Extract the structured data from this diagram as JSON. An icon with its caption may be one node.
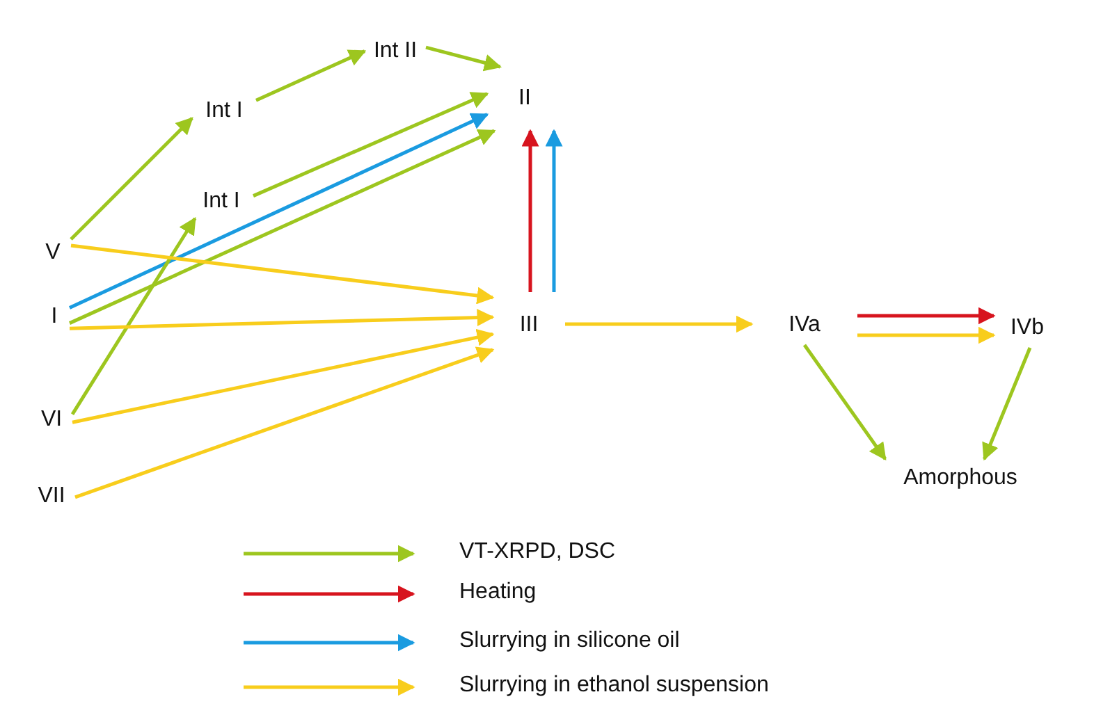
{
  "diagram": {
    "nodes": [
      {
        "text": [
          "Int II"
        ]
      },
      {
        "text": [
          "II"
        ]
      },
      {
        "text": [
          "Int I"
        ]
      },
      {
        "text": [
          "Int I"
        ]
      },
      {
        "text": [
          "V"
        ]
      },
      {
        "text": [
          "I"
        ]
      },
      {
        "text": [
          "III"
        ]
      },
      {
        "text": [
          "IVa"
        ]
      },
      {
        "text": [
          "IVb"
        ]
      },
      {
        "text": [
          "VI"
        ]
      },
      {
        "text": [
          "VII"
        ]
      },
      {
        "text": [
          "Amorphous"
        ]
      }
    ],
    "edges": [
      {
        "from": 4,
        "to": 2,
        "arrow": "to",
        "color": "#9dc61f"
      },
      {
        "from": 2,
        "to": 0,
        "arrow": "to",
        "color": "#9dc61f"
      },
      {
        "from": 0,
        "to": 1,
        "arrow": "to",
        "color": "#9dc61f"
      },
      {
        "from": 3,
        "to": 1,
        "arrow": "to",
        "color": "#9dc61f"
      },
      {
        "from": 5,
        "to": 1,
        "arrow": "to",
        "color": "#1a9be0"
      },
      {
        "from": 5,
        "to": 1,
        "arrow": "to",
        "color": "#9dc61f"
      },
      {
        "from": 9,
        "to": 3,
        "arrow": "to",
        "color": "#9dc61f"
      },
      {
        "from": 4,
        "to": 6,
        "arrow": "to",
        "color": "#f8cd1c"
      },
      {
        "from": 5,
        "to": 6,
        "arrow": "to",
        "color": "#f8cd1c"
      },
      {
        "from": 9,
        "to": 6,
        "arrow": "to",
        "color": "#f8cd1c"
      },
      {
        "from": 10,
        "to": 6,
        "arrow": "to",
        "color": "#f8cd1c"
      },
      {
        "from": 6,
        "to": 1,
        "arrow": "to",
        "color": "#d7141e"
      },
      {
        "from": 6,
        "to": 1,
        "arrow": "to",
        "color": "#1a9be0"
      },
      {
        "from": 6,
        "to": 7,
        "arrow": "to",
        "color": "#f8cd1c"
      },
      {
        "from": 7,
        "to": 8,
        "arrow": "to",
        "color": "#d7141e"
      },
      {
        "from": 7,
        "to": 8,
        "arrow": "to",
        "color": "#f8cd1c"
      },
      {
        "from": 7,
        "to": 11,
        "arrow": "to",
        "color": "#9dc61f"
      },
      {
        "from": 8,
        "to": 11,
        "arrow": "to",
        "color": "#9dc61f"
      }
    ],
    "legend": [
      {
        "text": "VT-XRPD, DSC"
      },
      {
        "text": "Heating"
      },
      {
        "text": "Slurrying in silicone oil"
      },
      {
        "text": "Slurrying in ethanol suspension"
      }
    ]
  }
}
